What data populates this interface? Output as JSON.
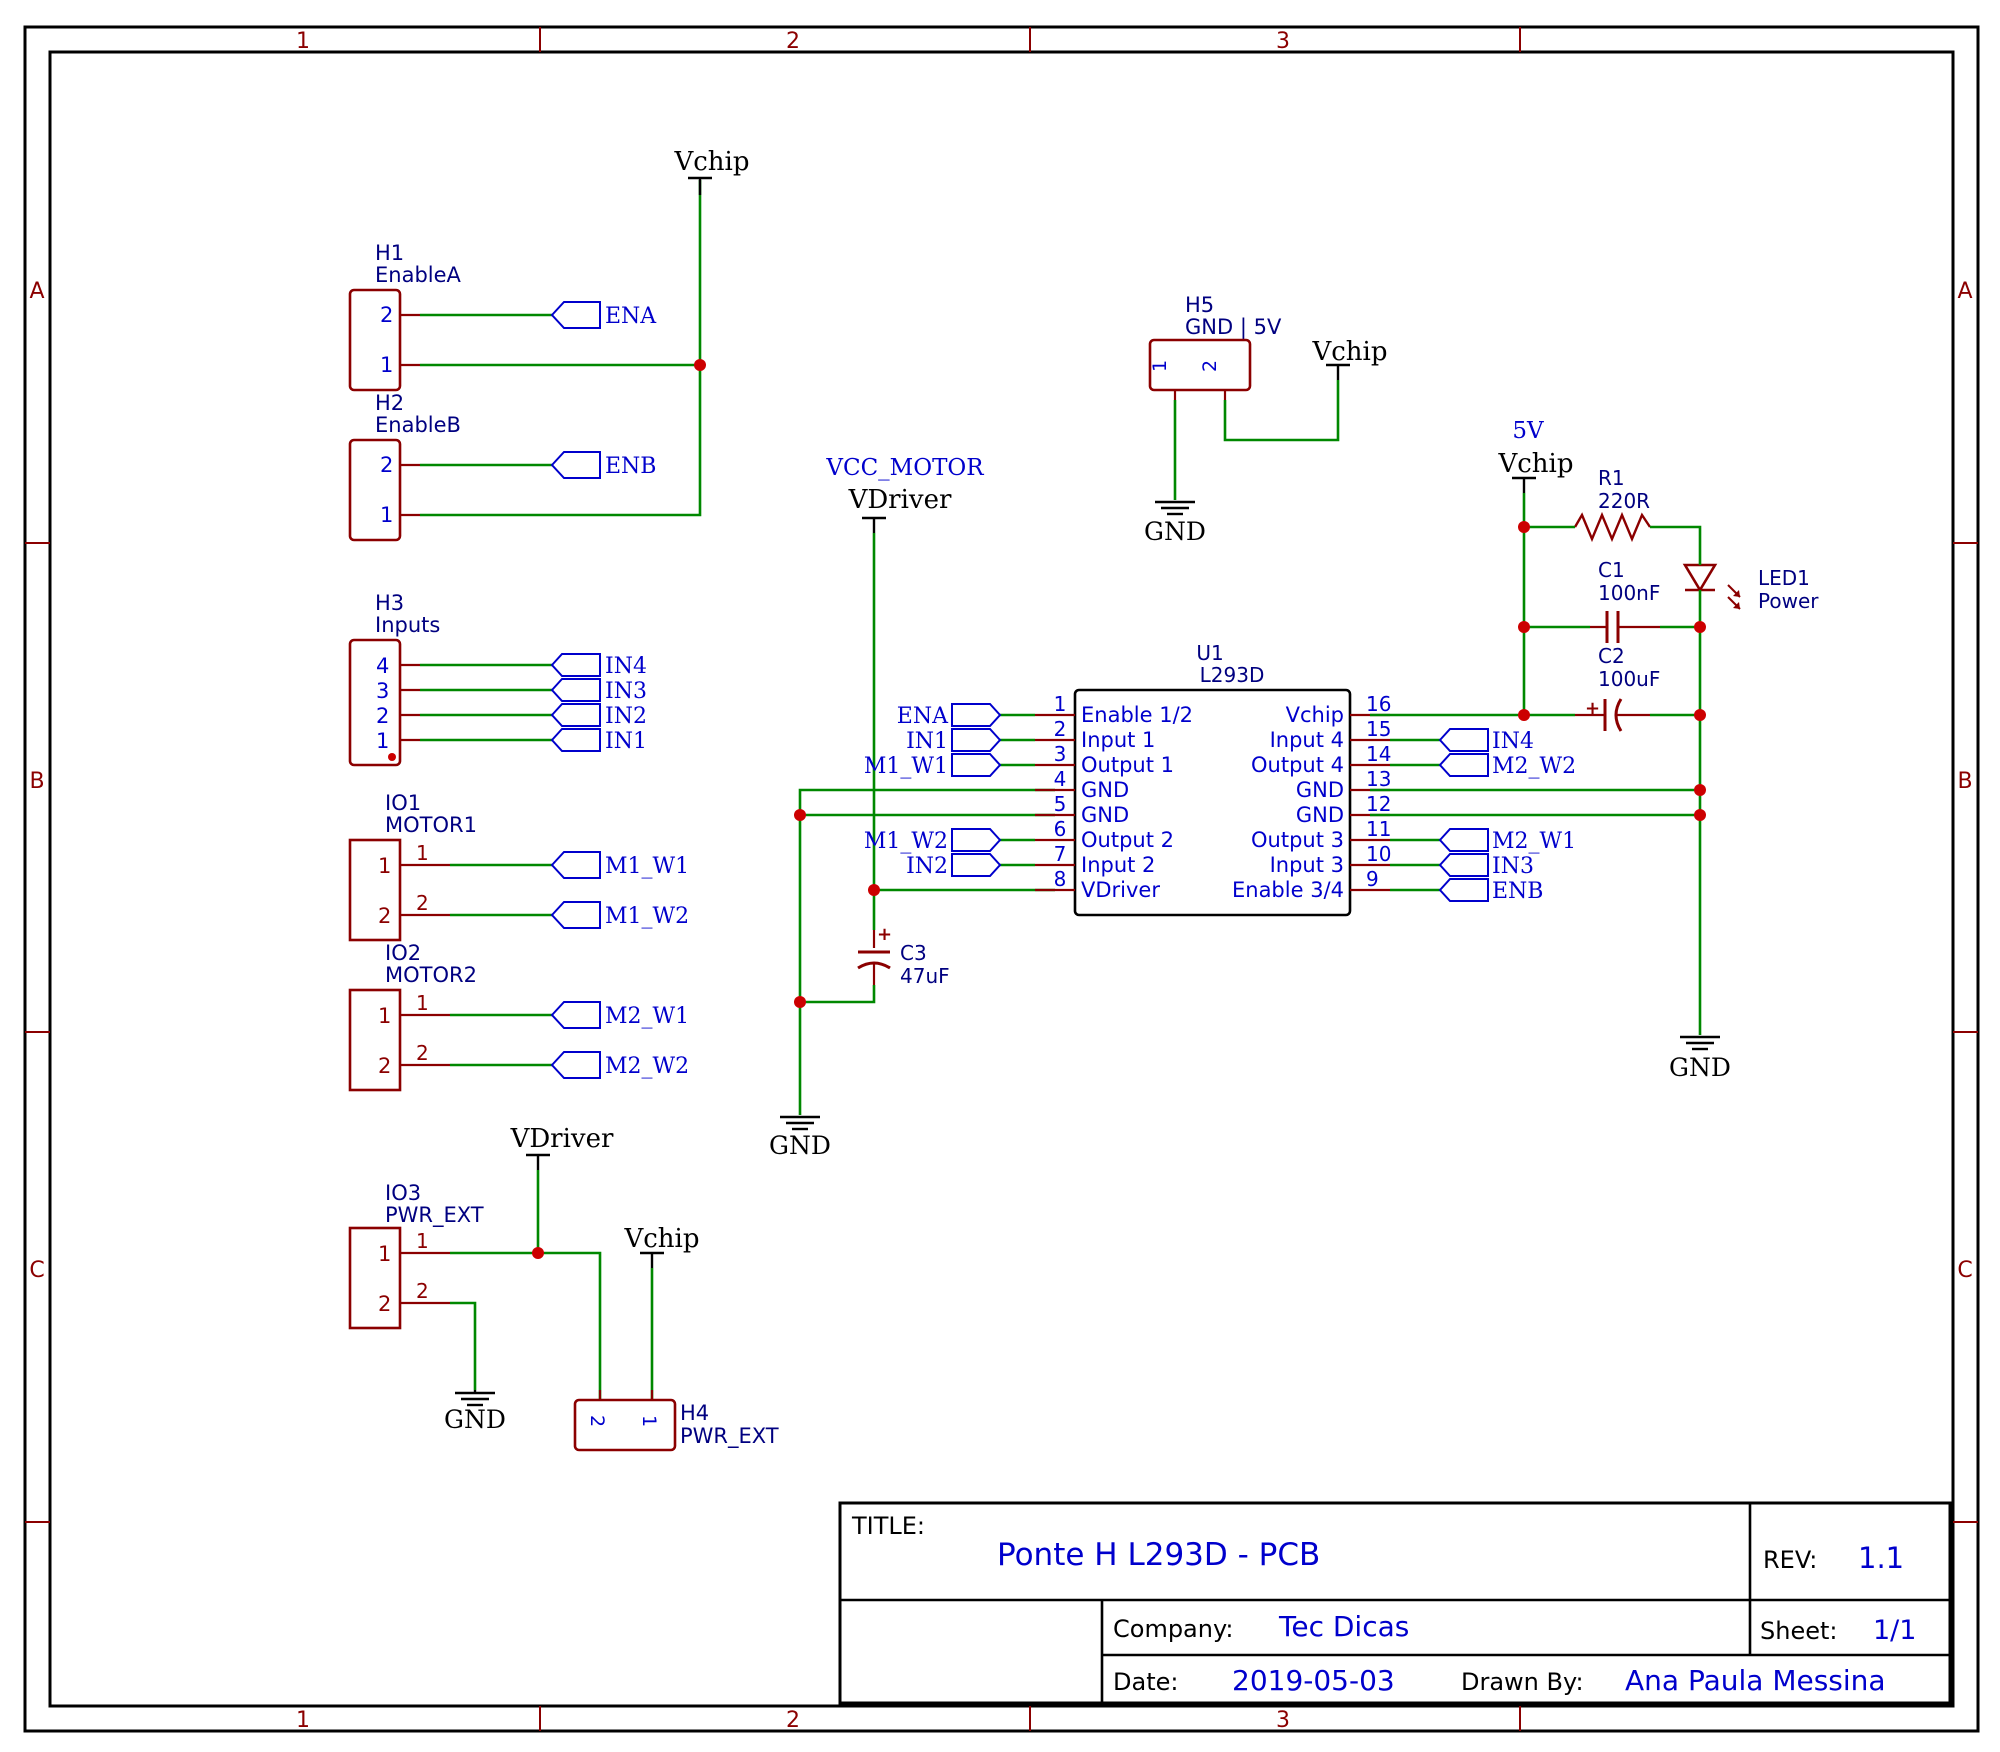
{
  "zones": {
    "cols": [
      "1",
      "2",
      "3"
    ],
    "rows": [
      "A",
      "B",
      "C"
    ]
  },
  "colors": {
    "wire": "#008800",
    "component": "#8b0000",
    "label": "#0000cc",
    "junction": "#cc0000"
  },
  "headers": {
    "h1": {
      "ref": "H1",
      "value": "EnableA",
      "pins": [
        "2",
        "1"
      ],
      "net": "ENA"
    },
    "h2": {
      "ref": "H2",
      "value": "EnableB",
      "pins": [
        "2",
        "1"
      ],
      "net": "ENB"
    },
    "h3": {
      "ref": "H3",
      "value": "Inputs",
      "pins": [
        "4",
        "3",
        "2",
        "1"
      ],
      "nets": [
        "IN4",
        "IN3",
        "IN2",
        "IN1"
      ]
    },
    "io1": {
      "ref": "IO1",
      "value": "MOTOR1",
      "pins": [
        "1",
        "2"
      ],
      "pin_nums": [
        "1",
        "2"
      ],
      "nets": [
        "M1_W1",
        "M1_W2"
      ]
    },
    "io2": {
      "ref": "IO2",
      "value": "MOTOR2",
      "pins": [
        "1",
        "2"
      ],
      "pin_nums": [
        "1",
        "2"
      ],
      "nets": [
        "M2_W1",
        "M2_W2"
      ]
    },
    "io3": {
      "ref": "IO3",
      "value": "PWR_EXT",
      "pins": [
        "1",
        "2"
      ],
      "pin_nums": [
        "1",
        "2"
      ]
    },
    "h4": {
      "ref": "H4",
      "value": "PWR_EXT",
      "pins": [
        "2",
        "1"
      ]
    },
    "h5": {
      "ref": "H5",
      "value": "GND | 5V",
      "pins": [
        "1",
        "2"
      ]
    }
  },
  "power": {
    "vchip": "Vchip",
    "vdriver": "VDriver",
    "gnd": "GND",
    "vcc_motor_label": "VCC_MOTOR",
    "five_v_label": "5V"
  },
  "u1": {
    "ref": "U1",
    "value": "L293D",
    "left_pins": [
      {
        "num": "1",
        "name": "Enable 1/2",
        "net": "ENA"
      },
      {
        "num": "2",
        "name": "Input 1",
        "net": "IN1"
      },
      {
        "num": "3",
        "name": "Output 1",
        "net": "M1_W1"
      },
      {
        "num": "4",
        "name": "GND",
        "net": ""
      },
      {
        "num": "5",
        "name": "GND",
        "net": ""
      },
      {
        "num": "6",
        "name": "Output 2",
        "net": "M1_W2"
      },
      {
        "num": "7",
        "name": "Input 2",
        "net": "IN2"
      },
      {
        "num": "8",
        "name": "VDriver",
        "net": ""
      }
    ],
    "right_pins": [
      {
        "num": "16",
        "name": "Vchip",
        "net": ""
      },
      {
        "num": "15",
        "name": "Input 4",
        "net": "IN4"
      },
      {
        "num": "14",
        "name": "Output 4",
        "net": "M2_W2"
      },
      {
        "num": "13",
        "name": "GND",
        "net": ""
      },
      {
        "num": "12",
        "name": "GND",
        "net": ""
      },
      {
        "num": "11",
        "name": "Output 3",
        "net": "M2_W1"
      },
      {
        "num": "10",
        "name": "Input 3",
        "net": "IN3"
      },
      {
        "num": "9",
        "name": "Enable 3/4",
        "net": "ENB"
      }
    ]
  },
  "passives": {
    "r1": {
      "ref": "R1",
      "value": "220R"
    },
    "c1": {
      "ref": "C1",
      "value": "100nF"
    },
    "c2": {
      "ref": "C2",
      "value": "100uF"
    },
    "c3": {
      "ref": "C3",
      "value": "47uF"
    },
    "led1": {
      "ref": "LED1",
      "value": "Power"
    },
    "polarity": "+"
  },
  "title_block": {
    "title_label": "TITLE:",
    "title": "Ponte H L293D - PCB",
    "rev_label": "REV:",
    "rev": "1.1",
    "company_label": "Company:",
    "company": "Tec Dicas",
    "sheet_label": "Sheet:",
    "sheet": "1/1",
    "date_label": "Date:",
    "date": "2019-05-03",
    "drawn_label": "Drawn By:",
    "drawn_by": "Ana Paula Messina"
  }
}
